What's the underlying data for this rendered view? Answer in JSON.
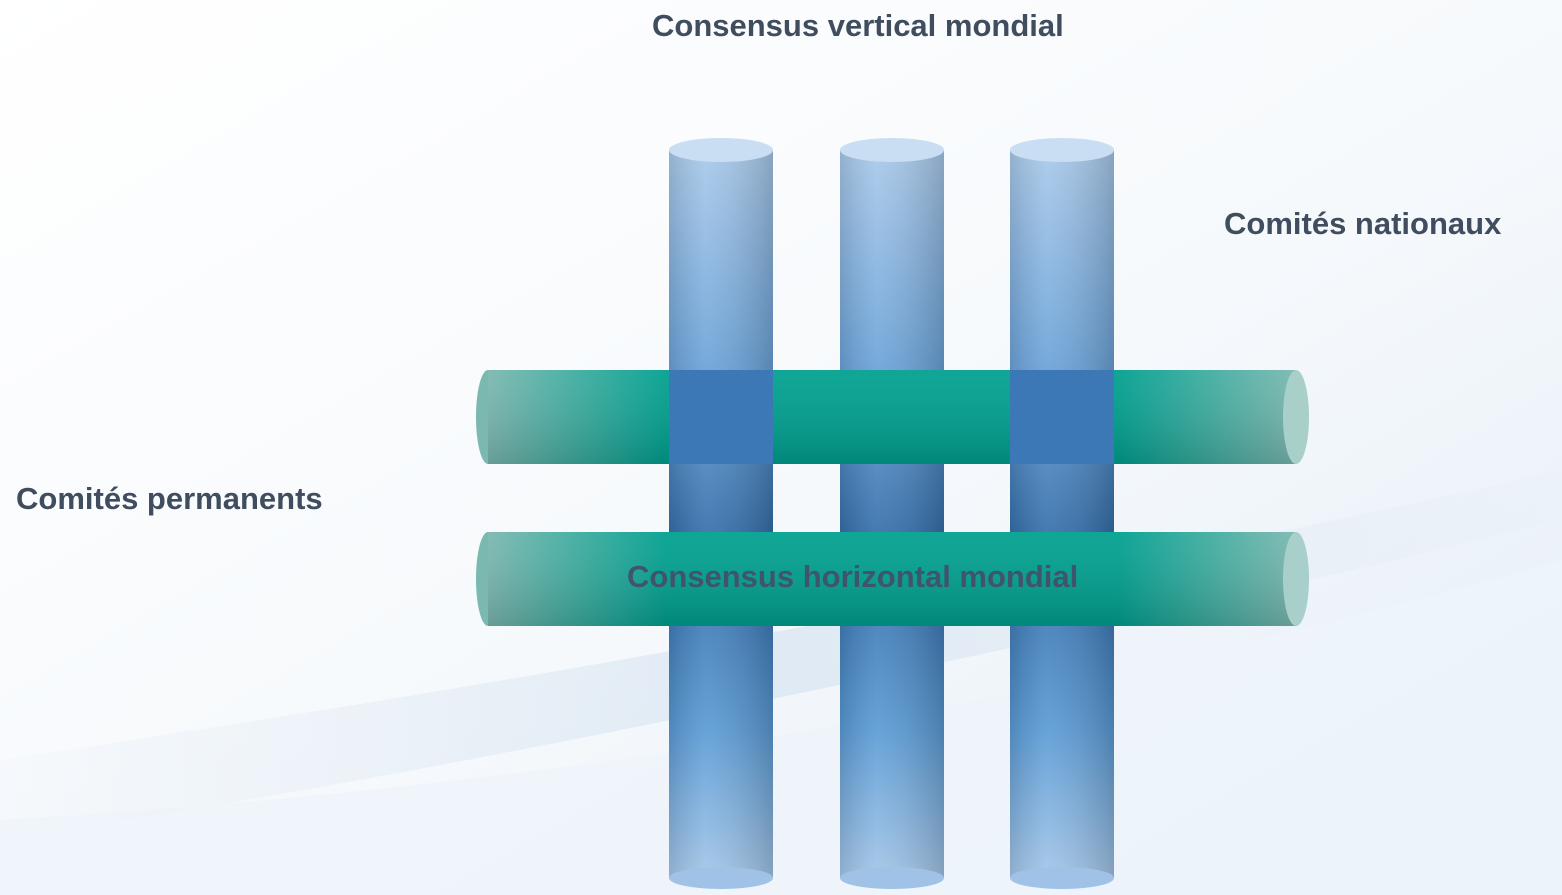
{
  "diagram": {
    "title_top": "Consensus vertical mondial",
    "label_right": "Comités nationaux",
    "label_left": "Comités permanents",
    "label_center": "Consensus horizontal mondial"
  },
  "colors": {
    "text": "#3f4d5f",
    "vertical_pillar_light": "#a9c9ea",
    "vertical_pillar_mid": "#5b9bd5",
    "vertical_pillar_dark": "#2f6aa6",
    "horizontal_bar_solid": "#00a08f",
    "horizontal_bar_faded": "#7bb8b0"
  },
  "elements": {
    "vertical_pillars": 3,
    "horizontal_bars": 2
  }
}
